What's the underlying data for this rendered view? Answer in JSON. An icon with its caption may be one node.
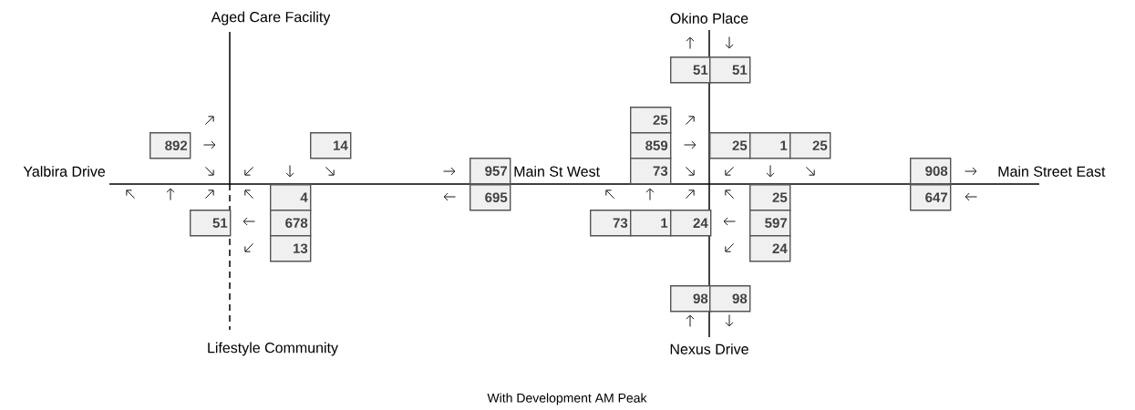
{
  "diagram": {
    "caption": "With Development AM Peak",
    "nodes": [
      {
        "text": [
          "51"
        ]
      },
      {
        "text": [
          "51"
        ]
      },
      {
        "text": [
          "25"
        ]
      },
      {
        "text": [
          "892"
        ]
      },
      {
        "text": [
          "14"
        ]
      },
      {
        "text": [
          "859"
        ]
      },
      {
        "text": [
          "25"
        ]
      },
      {
        "text": [
          "1"
        ]
      },
      {
        "text": [
          "25"
        ]
      },
      {
        "text": [
          "957"
        ]
      },
      {
        "text": [
          "73"
        ]
      },
      {
        "text": [
          "908"
        ]
      },
      {
        "text": [
          "4"
        ]
      },
      {
        "text": [
          "695"
        ]
      },
      {
        "text": [
          "25"
        ]
      },
      {
        "text": [
          "647"
        ]
      },
      {
        "text": [
          "51"
        ]
      },
      {
        "text": [
          "678"
        ]
      },
      {
        "text": [
          "73"
        ]
      },
      {
        "text": [
          "1"
        ]
      },
      {
        "text": [
          "24"
        ]
      },
      {
        "text": [
          "597"
        ]
      },
      {
        "text": [
          "13"
        ]
      },
      {
        "text": [
          "24"
        ]
      },
      {
        "text": [
          "98"
        ]
      },
      {
        "text": [
          "98"
        ]
      }
    ],
    "labels": [
      "Aged Care Facility",
      "Okino Place",
      "Yalbira Drive",
      "Main St West",
      "Main Street East",
      "Lifestyle Community",
      "Nexus Drive"
    ]
  }
}
